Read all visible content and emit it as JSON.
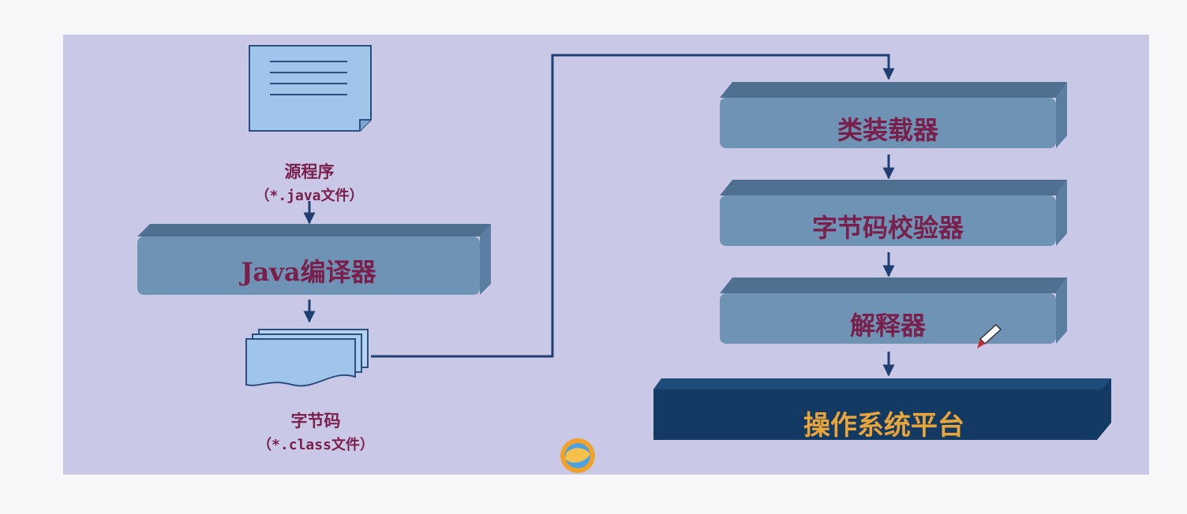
{
  "source_label": "源程序",
  "source_ext": "（*.java文件）",
  "compiler": "Java编译器",
  "bytecode_label": "字节码",
  "bytecode_ext": "（*.class文件）",
  "class_loader": "类装载器",
  "bytecode_verifier": "字节码校验器",
  "interpreter": "解释器",
  "os_platform": "操作系统平台",
  "colors": {
    "slide_bg": "#c9c8e6",
    "box_front": "#6f93b5",
    "box_top": "#4f7090",
    "box_side": "#5a7ea2",
    "box_text": "#7a1f4c",
    "os_box": "#133a63",
    "os_text": "#e9a43a",
    "arrow": "#1f3f73",
    "doc_fill": "#9fc6ea"
  }
}
